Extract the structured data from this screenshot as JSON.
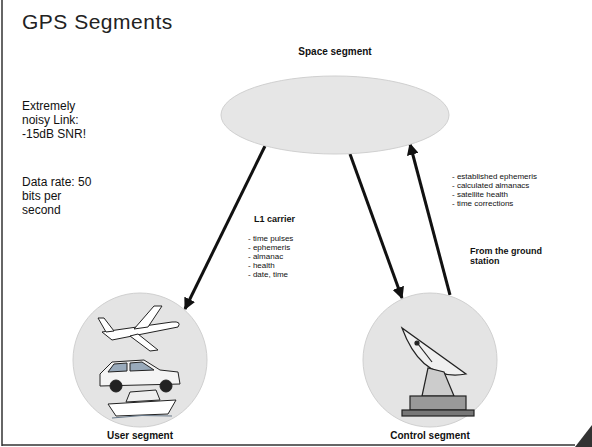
{
  "diagram": {
    "title": "GPS Segments",
    "nodes": [
      {
        "text": [
          "Space segment"
        ]
      },
      {
        "text": [
          "User segment"
        ]
      },
      {
        "text": [
          "Control segment"
        ]
      }
    ],
    "edges": [
      {
        "from": 0,
        "to": 1,
        "arrow": "to",
        "label": "L1 carrier"
      },
      {
        "from": 0,
        "to": 2,
        "arrow": "to"
      },
      {
        "from": 2,
        "to": 0,
        "arrow": "to"
      }
    ],
    "labels": [
      "Extremely noisy Link: -15dB SNR!",
      "Data rate: 50 bits per second",
      "- time pulses",
      "- ephemeris",
      "- almanac",
      "- health",
      "- date, time",
      "- established ephemeris",
      "- calculated almanacs",
      "- satellite health",
      "- time corrections",
      "From the ground station"
    ]
  }
}
